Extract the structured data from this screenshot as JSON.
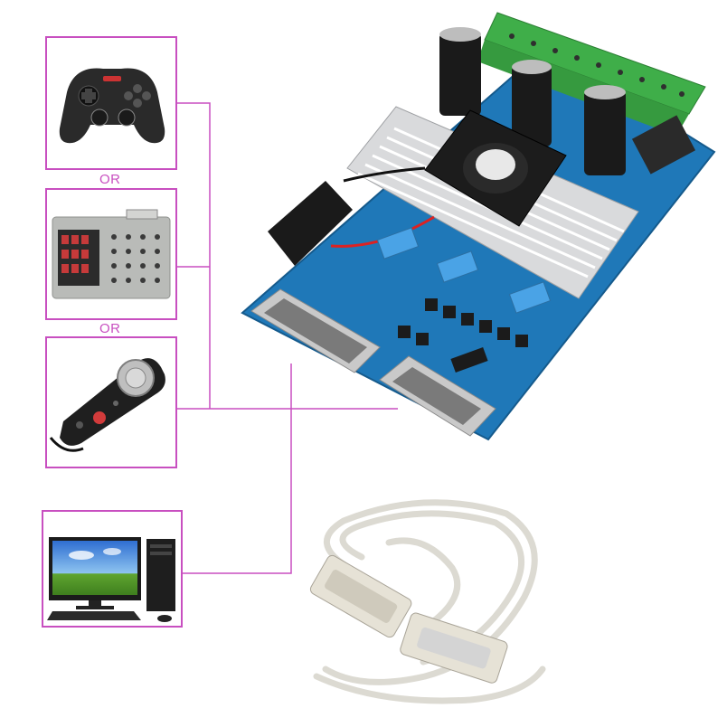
{
  "or_labels": [
    "OR",
    "OR"
  ],
  "colors": {
    "frame_border": "#c84fc0",
    "connector_line": "#c84fc0",
    "pcb_blue": "#1f78b8",
    "terminal_green": "#3fae49",
    "heatsink": "#d9dadc"
  },
  "devices": [
    {
      "name": "gamepad",
      "icon": "gamepad-icon"
    },
    {
      "name": "keypad-controller",
      "icon": "keypad-icon"
    },
    {
      "name": "handwheel-pendant",
      "icon": "handwheel-icon"
    },
    {
      "name": "desktop-computer",
      "icon": "computer-icon"
    }
  ],
  "board": {
    "icon": "cnc-driver-board-icon"
  },
  "cable": {
    "icon": "db25-parallel-cable-icon"
  }
}
